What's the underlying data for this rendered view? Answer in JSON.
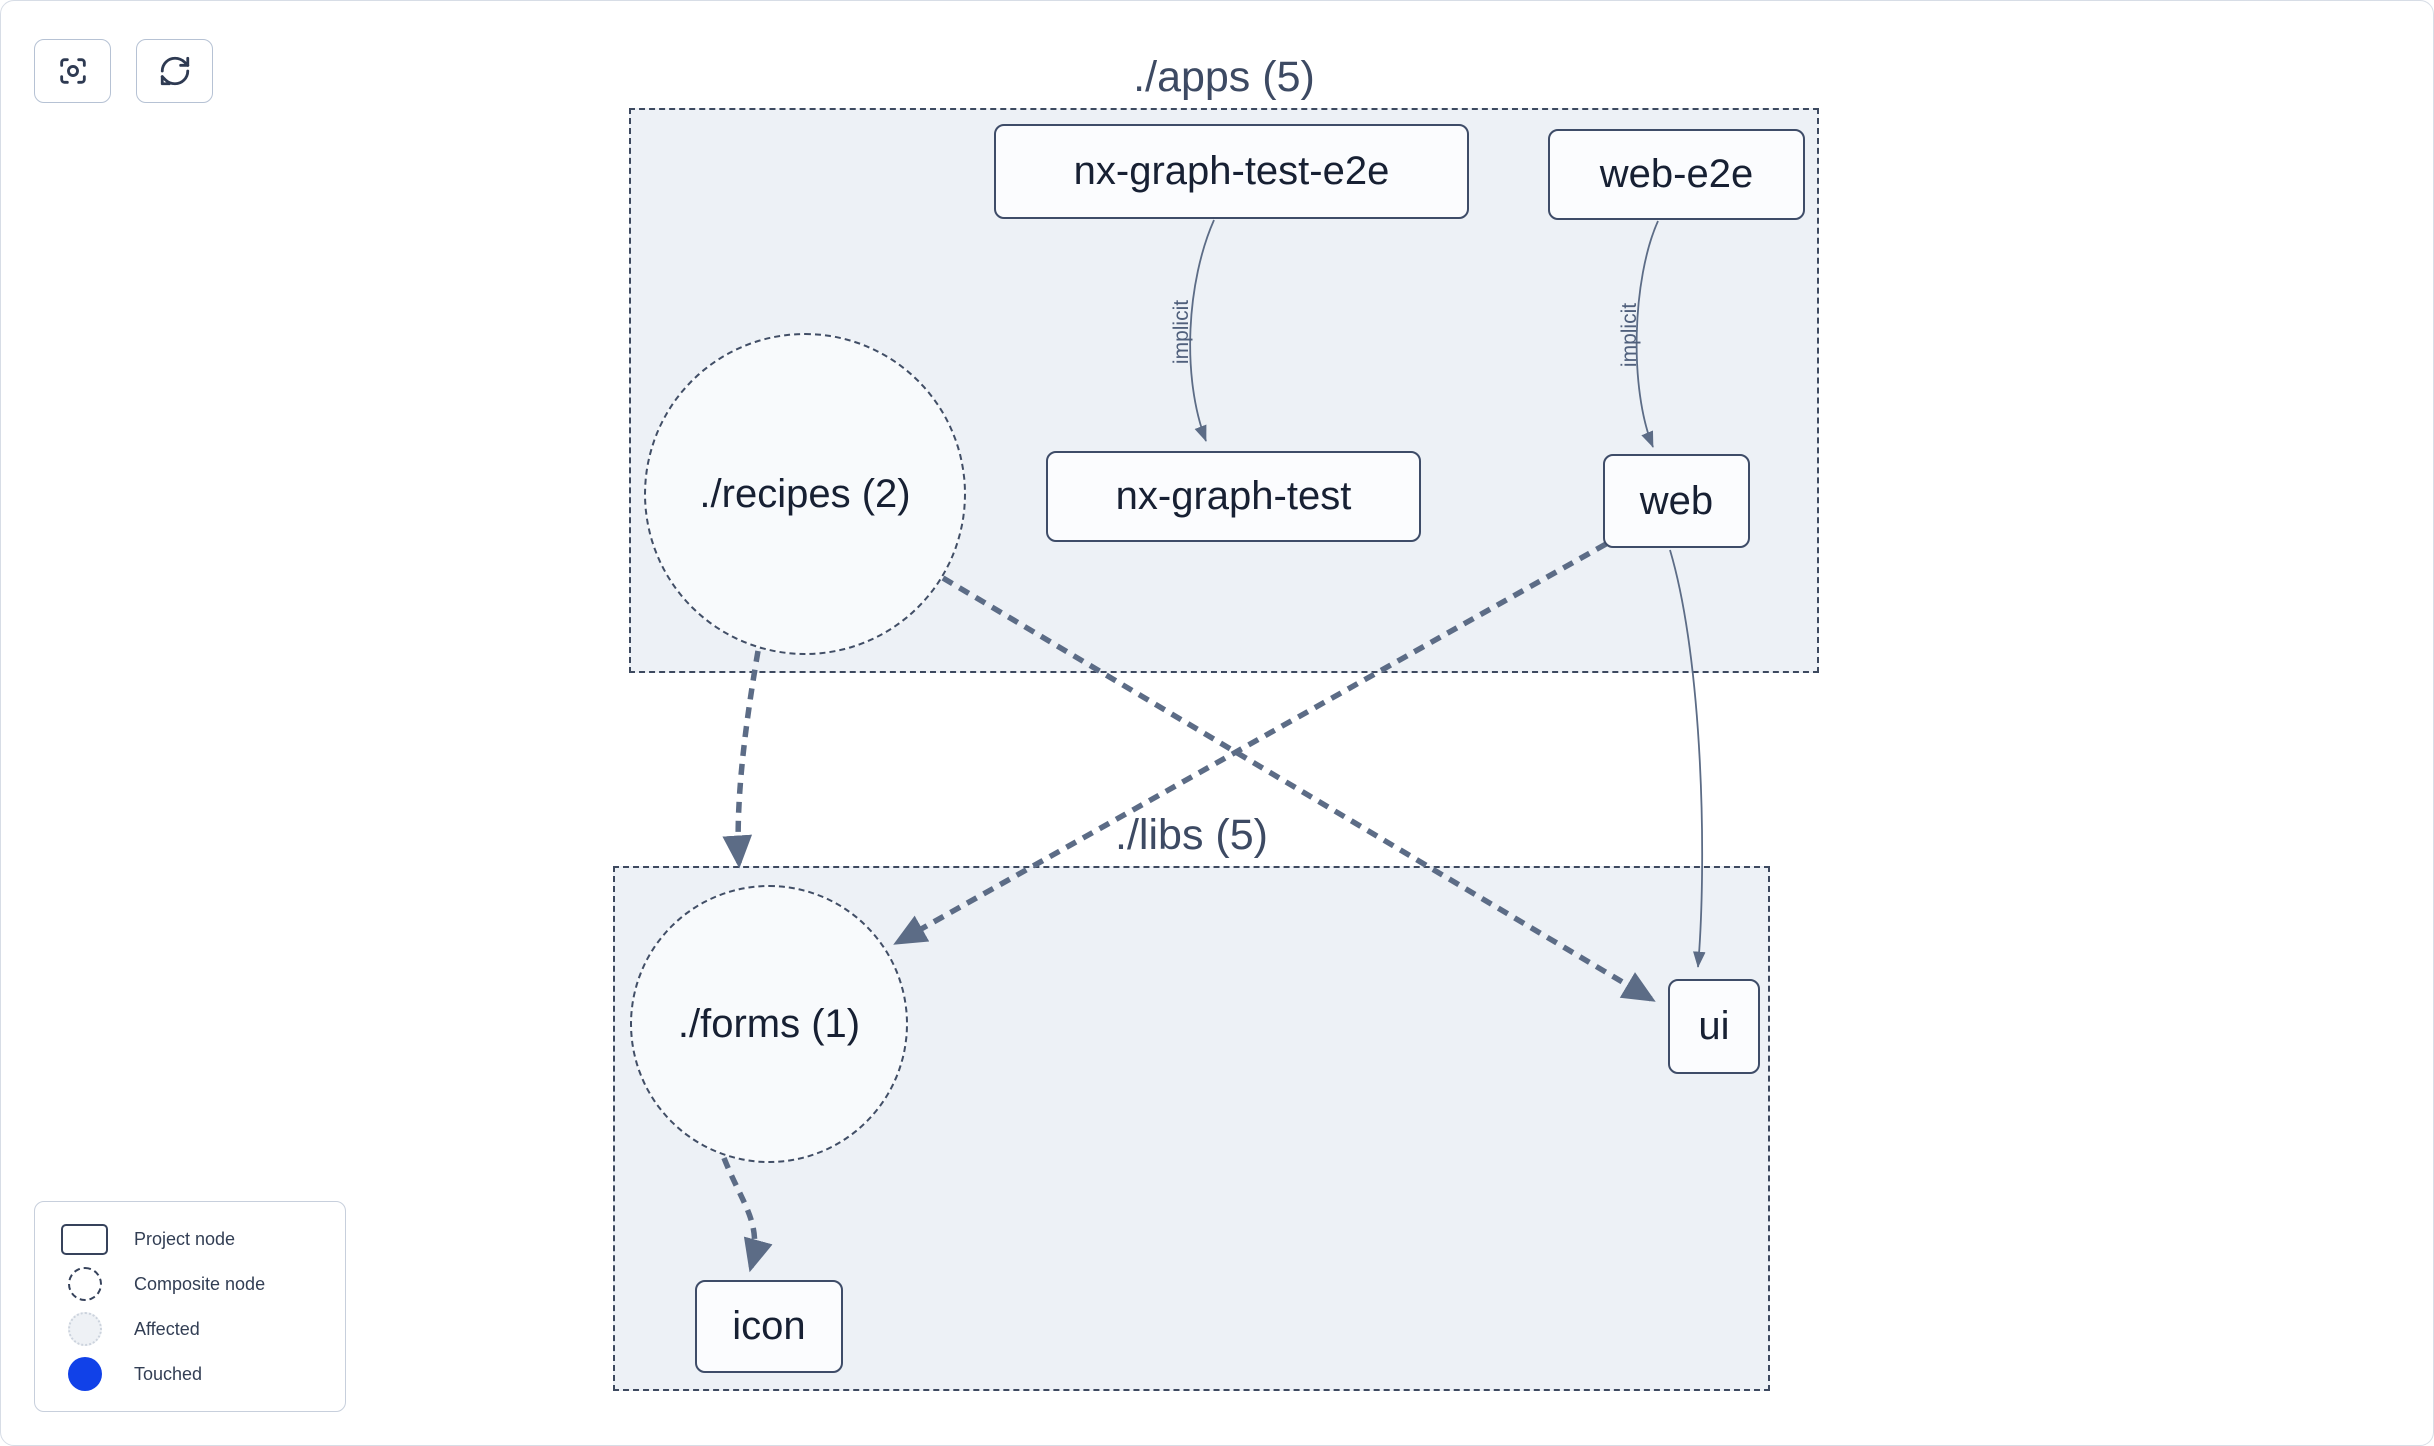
{
  "toolbar": {
    "buttons": [
      {
        "name": "focus",
        "icon": "scan-focus-icon"
      },
      {
        "name": "refresh",
        "icon": "refresh-icon"
      }
    ]
  },
  "graph": {
    "clusters": [
      {
        "label": "./apps (5)"
      },
      {
        "label": "./libs (5)"
      }
    ],
    "nodes": {
      "nx_graph_test_e2e": {
        "label": "nx-graph-test-e2e",
        "type": "project"
      },
      "web_e2e": {
        "label": "web-e2e",
        "type": "project"
      },
      "recipes": {
        "label": "./recipes (2)",
        "type": "composite"
      },
      "nx_graph_test": {
        "label": "nx-graph-test",
        "type": "project"
      },
      "web": {
        "label": "web",
        "type": "project"
      },
      "forms": {
        "label": "./forms (1)",
        "type": "composite"
      },
      "ui": {
        "label": "ui",
        "type": "project"
      },
      "icon": {
        "label": "icon",
        "type": "project"
      }
    },
    "edges": [
      {
        "from": "nx-graph-test-e2e",
        "to": "nx-graph-test",
        "label": "implicit",
        "style": "solid"
      },
      {
        "from": "web-e2e",
        "to": "web",
        "label": "implicit",
        "style": "solid"
      },
      {
        "from": "./recipes (2)",
        "to": "./forms (1)",
        "style": "dashed"
      },
      {
        "from": "./recipes (2)",
        "to": "ui",
        "style": "dashed"
      },
      {
        "from": "web",
        "to": "./forms (1)",
        "style": "dashed"
      },
      {
        "from": "web",
        "to": "ui",
        "style": "solid"
      },
      {
        "from": "./forms (1)",
        "to": "icon",
        "style": "dashed"
      }
    ]
  },
  "legend": {
    "items": [
      {
        "swatch": "project-node-swatch",
        "label": "Project node"
      },
      {
        "swatch": "composite-node-swatch",
        "label": "Composite node"
      },
      {
        "swatch": "affected-swatch",
        "label": "Affected"
      },
      {
        "swatch": "touched-swatch",
        "label": "Touched"
      }
    ]
  },
  "colors": {
    "touched_blue": "#1141e8",
    "cluster_fill": "#edf1f6",
    "edge_slate": "#5c6c86",
    "node_border": "#3e4c68"
  }
}
